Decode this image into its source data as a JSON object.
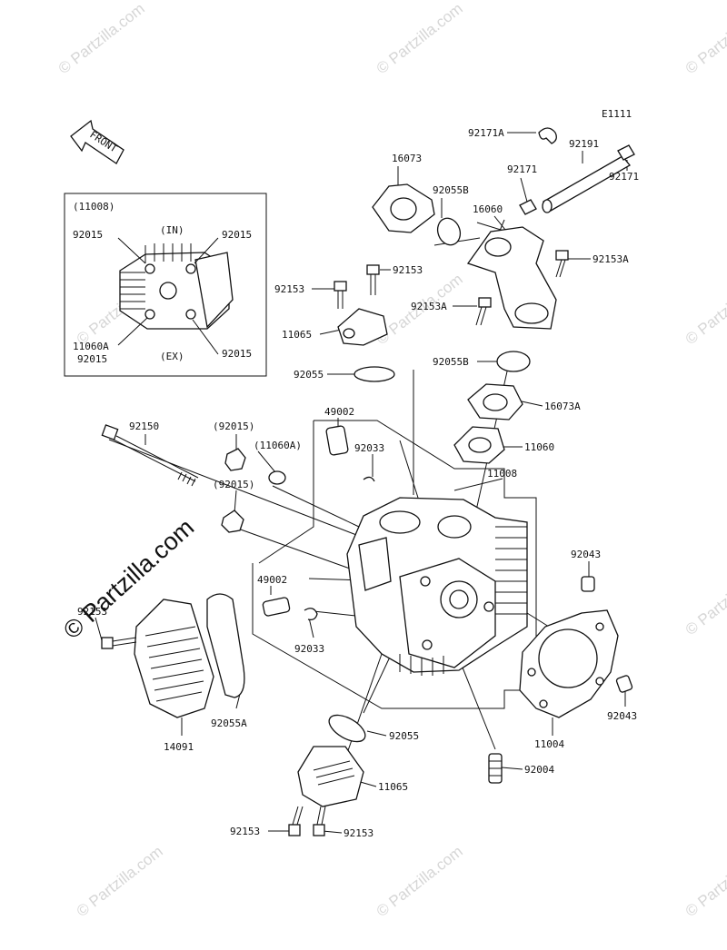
{
  "diagram_code": "E1111",
  "front_label": "FRONT",
  "inset": {
    "title": "(11008)",
    "in_label": "(IN)",
    "ex_label": "(EX)",
    "labels": [
      "92015",
      "92015",
      "11060A",
      "92015",
      "92015"
    ]
  },
  "watermark_text": "© Partzilla.com",
  "big_watermark": "© Partzilla.com",
  "parts": {
    "p92171A": "92171A",
    "p92191": "92191",
    "p92171_a": "92171",
    "p92171_b": "92171",
    "p16073": "16073",
    "p92055B_top": "92055B",
    "p16060": "16060",
    "p92153A_r": "92153A",
    "p92153_mid": "92153",
    "p92153_l": "92153",
    "p92153A_c": "92153A",
    "p11065_top": "11065",
    "p92055B_r": "92055B",
    "p92055_top": "92055",
    "p16073A": "16073A",
    "p49002_top": "49002",
    "p92033_top": "92033",
    "p11060": "11060",
    "p92150": "92150",
    "p92015_par1": "(92015)",
    "p11060A_par": "(11060A)",
    "p92015_par2": "(92015)",
    "p11008": "11008",
    "p92043_top": "92043",
    "p49002_low": "49002",
    "p92153_cover": "92153",
    "p92033_low": "92033",
    "p14091": "14091",
    "p92055A": "92055A",
    "p92055_low": "92055",
    "p11004": "11004",
    "p92043_low": "92043",
    "p92004": "92004",
    "p11065_low": "11065",
    "p92153_bl": "92153",
    "p92153_br": "92153"
  }
}
